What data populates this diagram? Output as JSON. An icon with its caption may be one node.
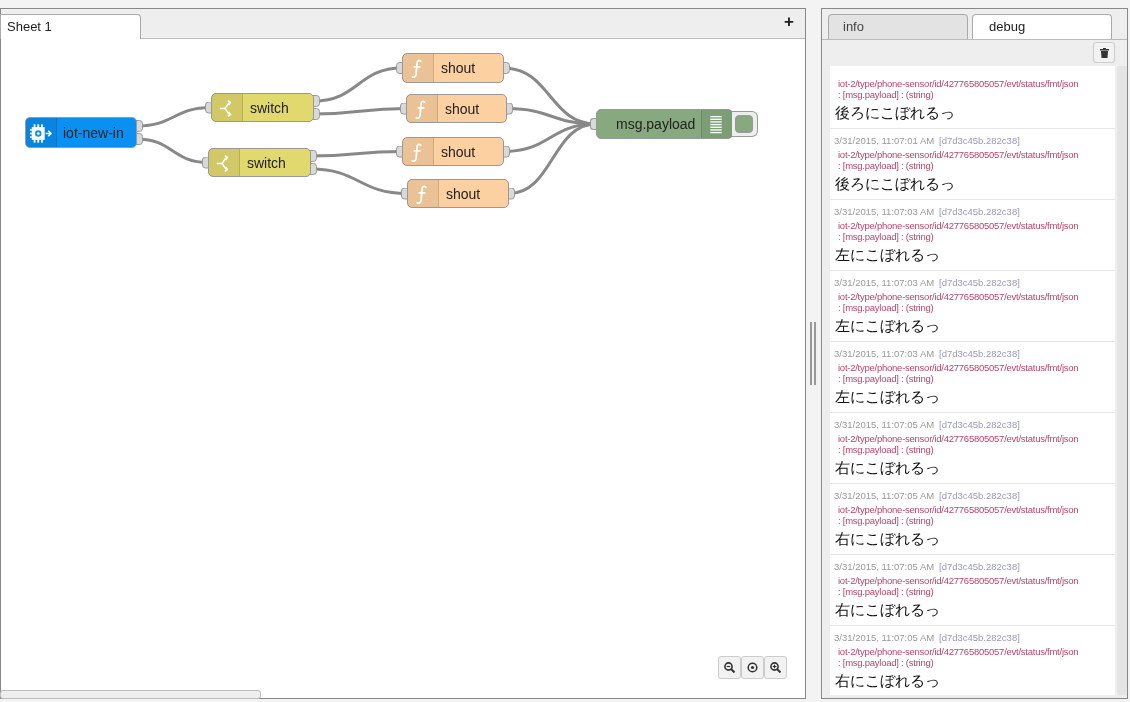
{
  "diagram": {
    "nodes": [
      {
        "text": [
          "iot-new-in"
        ]
      },
      {
        "text": [
          "switch"
        ]
      },
      {
        "text": [
          "switch"
        ]
      },
      {
        "text": [
          "shout"
        ]
      },
      {
        "text": [
          "shout"
        ]
      },
      {
        "text": [
          "shout"
        ]
      },
      {
        "text": [
          "shout"
        ]
      },
      {
        "text": [
          "msg.payload"
        ]
      }
    ],
    "edges": [
      {
        "from": 0,
        "to": 1,
        "arrow": "other"
      },
      {
        "from": 0,
        "to": 2,
        "arrow": "other"
      },
      {
        "from": 1,
        "to": 3,
        "arrow": "other"
      },
      {
        "from": 1,
        "to": 4,
        "arrow": "other"
      },
      {
        "from": 2,
        "to": 5,
        "arrow": "other"
      },
      {
        "from": 2,
        "to": 6,
        "arrow": "other"
      },
      {
        "from": 3,
        "to": 7,
        "arrow": "other"
      },
      {
        "from": 4,
        "to": 7,
        "arrow": "other"
      },
      {
        "from": 5,
        "to": 7,
        "arrow": "other"
      },
      {
        "from": 6,
        "to": 7,
        "arrow": "other"
      }
    ],
    "labels": [
      "Sheet 1",
      "+",
      "info",
      "debug",
      "iot-2/type/phone-sensor/id/427765805057/evt/status/fmt/json : [msg.payload] : (string)",
      "後ろにこぼれるっ",
      "3/31/2015, 11:07:01 AM",
      "[d7d3c45b.282c38]",
      "iot-2/type/phone-sensor/id/427765805057/evt/status/fmt/json : [msg.payload] : (string)",
      "後ろにこぼれるっ",
      "3/31/2015, 11:07:03 AM",
      "[d7d3c45b.282c38]",
      "iot-2/type/phone-sensor/id/427765805057/evt/status/fmt/json : [msg.payload] : (string)",
      "左にこぼれるっ",
      "3/31/2015, 11:07:03 AM",
      "[d7d3c45b.282c38]",
      "iot-2/type/phone-sensor/id/427765805057/evt/status/fmt/json : [msg.payload] : (string)",
      "左にこぼれるっ",
      "3/31/2015, 11:07:03 AM",
      "[d7d3c45b.282c38]",
      "iot-2/type/phone-sensor/id/427765805057/evt/status/fmt/json : [msg.payload] : (string)",
      "左にこぼれるっ",
      "3/31/2015, 11:07:05 AM",
      "[d7d3c45b.282c38]",
      "iot-2/type/phone-sensor/id/427765805057/evt/status/fmt/json : [msg.payload] : (string)",
      "右にこぼれるっ",
      "3/31/2015, 11:07:05 AM",
      "[d7d3c45b.282c38]",
      "iot-2/type/phone-sensor/id/427765805057/evt/status/fmt/json : [msg.payload] : (string)",
      "右にこぼれるっ",
      "3/31/2015, 11:07:05 AM",
      "[d7d3c45b.282c38]",
      "iot-2/type/phone-sensor/id/427765805057/evt/status/fmt/json : [msg.payload] : (string)",
      "右にこぼれるっ",
      "3/31/2015, 11:07:05 AM",
      "[d7d3c45b.282c38]",
      "iot-2/type/phone-sensor/id/427765805057/evt/status/fmt/json : [msg.payload] : (string)",
      "右にこぼれるっ"
    ]
  }
}
